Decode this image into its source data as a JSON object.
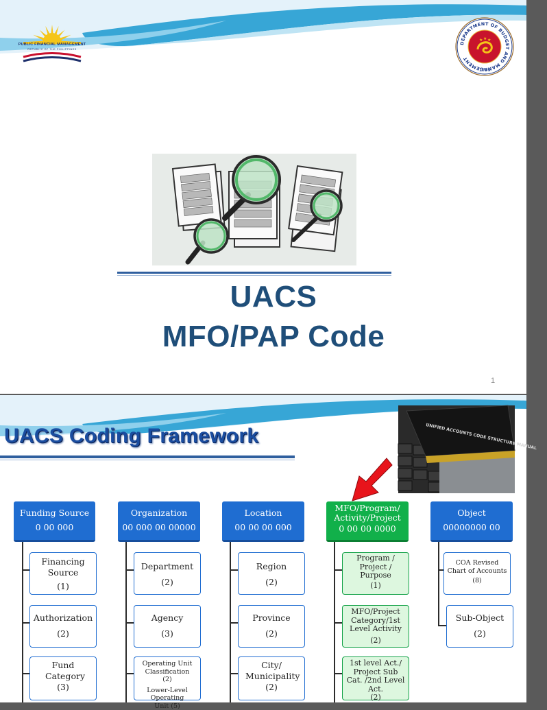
{
  "slide1": {
    "logo_left": {
      "line1": "PUBLIC FINANCIAL MANAGEMENT",
      "line2": "REPUBLIC OF THE PHILIPPINES"
    },
    "logo_right": {
      "ring_text": "DEPARTMENT OF BUDGET AND MANAGEMENT",
      "year": "1936"
    },
    "title_line1": "UACS",
    "title_line2": "MFO/PAP Code",
    "page_number": "1"
  },
  "slide2": {
    "title": "UACS Coding Framework",
    "manual_cover_text": "UNIFIED ACCOUNTS CODE STRUCTURE MANUAL",
    "columns": [
      {
        "header": "Funding Source",
        "code": "0 00 000",
        "items": [
          {
            "label": "Financing Source",
            "value": "(1)"
          },
          {
            "label": "Authorization",
            "value": "(2)"
          },
          {
            "label": "Fund Category",
            "value": "(3)"
          }
        ]
      },
      {
        "header": "Organization",
        "code": "00 000 00 00000",
        "items": [
          {
            "label": "Department",
            "value": "(2)"
          },
          {
            "label": "Agency",
            "value": "(3)"
          },
          {
            "label": "Operating Unit Classification (2)",
            "value": "Lower-Level Operating Unit (5)"
          }
        ]
      },
      {
        "header": "Location",
        "code": "00 00 00 000",
        "items": [
          {
            "label": "Region",
            "value": "(2)"
          },
          {
            "label": "Province",
            "value": "(2)"
          },
          {
            "label": "City/ Municipality",
            "value": "(2)"
          }
        ]
      },
      {
        "header": "MFO/Program/ Activity/Project",
        "code": "0 00 00 0000",
        "items": [
          {
            "label": "Program / Project / Purpose",
            "value": "(1)"
          },
          {
            "label": "MFO/Project Category/1st Level Activity",
            "value": "(2)"
          },
          {
            "label": "1st level Act./ Project Sub Cat. /2nd Level Act.",
            "value": "(2)"
          }
        ]
      },
      {
        "header": "Object",
        "code": "00000000 00",
        "items": [
          {
            "label": "COA Revised Chart of Accounts",
            "value": "(8)"
          },
          {
            "label": "Sub-Object",
            "value": "(2)"
          }
        ]
      }
    ],
    "colors": {
      "header_blue": "#1f6dd1",
      "header_green": "#11b04a",
      "title_blue": "#1a4da0",
      "arrow_red": "#e8141b"
    }
  }
}
